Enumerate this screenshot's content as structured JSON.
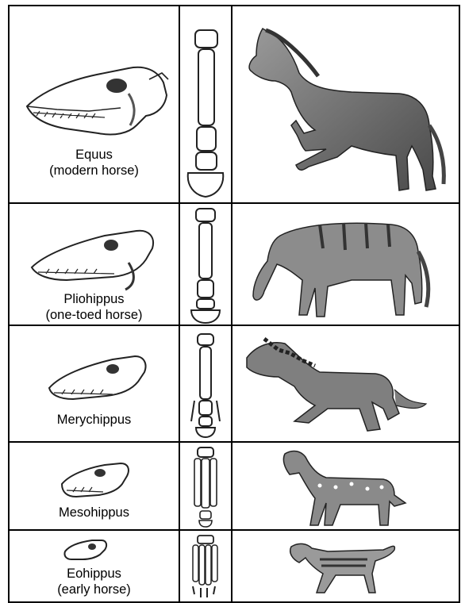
{
  "rows": [
    {
      "name": "Equus",
      "note": "(modern horse)",
      "skull_icon": "equus-skull-icon",
      "foot_icon": "equus-foot-bone-icon",
      "animal_icon": "equus-horse-icon"
    },
    {
      "name": "Pliohippus",
      "note": "(one-toed horse)",
      "skull_icon": "pliohippus-skull-icon",
      "foot_icon": "pliohippus-foot-bone-icon",
      "animal_icon": "pliohippus-horse-icon"
    },
    {
      "name": "Merychippus",
      "note": "",
      "skull_icon": "merychippus-skull-icon",
      "foot_icon": "merychippus-foot-bone-icon",
      "animal_icon": "merychippus-horse-icon"
    },
    {
      "name": "Mesohippus",
      "note": "",
      "skull_icon": "mesohippus-skull-icon",
      "foot_icon": "mesohippus-foot-bone-icon",
      "animal_icon": "mesohippus-horse-icon"
    },
    {
      "name": "Eohippus",
      "note": "(early horse)",
      "skull_icon": "eohippus-skull-icon",
      "foot_icon": "eohippus-foot-bone-icon",
      "animal_icon": "eohippus-horse-icon"
    }
  ],
  "colors": {
    "border": "#000000",
    "bone": "#ffffff",
    "ink": "#222222",
    "shade": "#7a7a7a"
  }
}
